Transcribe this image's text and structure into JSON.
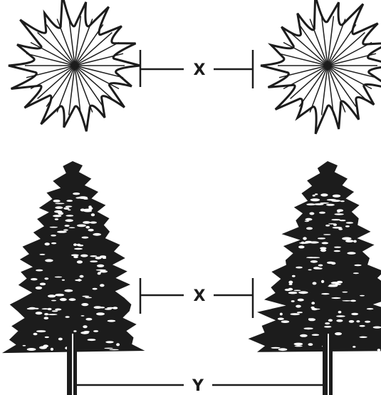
{
  "diagram": {
    "top_spacing_label": "X",
    "bottom_spacing_label": "X",
    "trunk_spacing_label": "Y"
  },
  "colors": {
    "ink": "#1c1c1c",
    "background": "#ffffff"
  }
}
